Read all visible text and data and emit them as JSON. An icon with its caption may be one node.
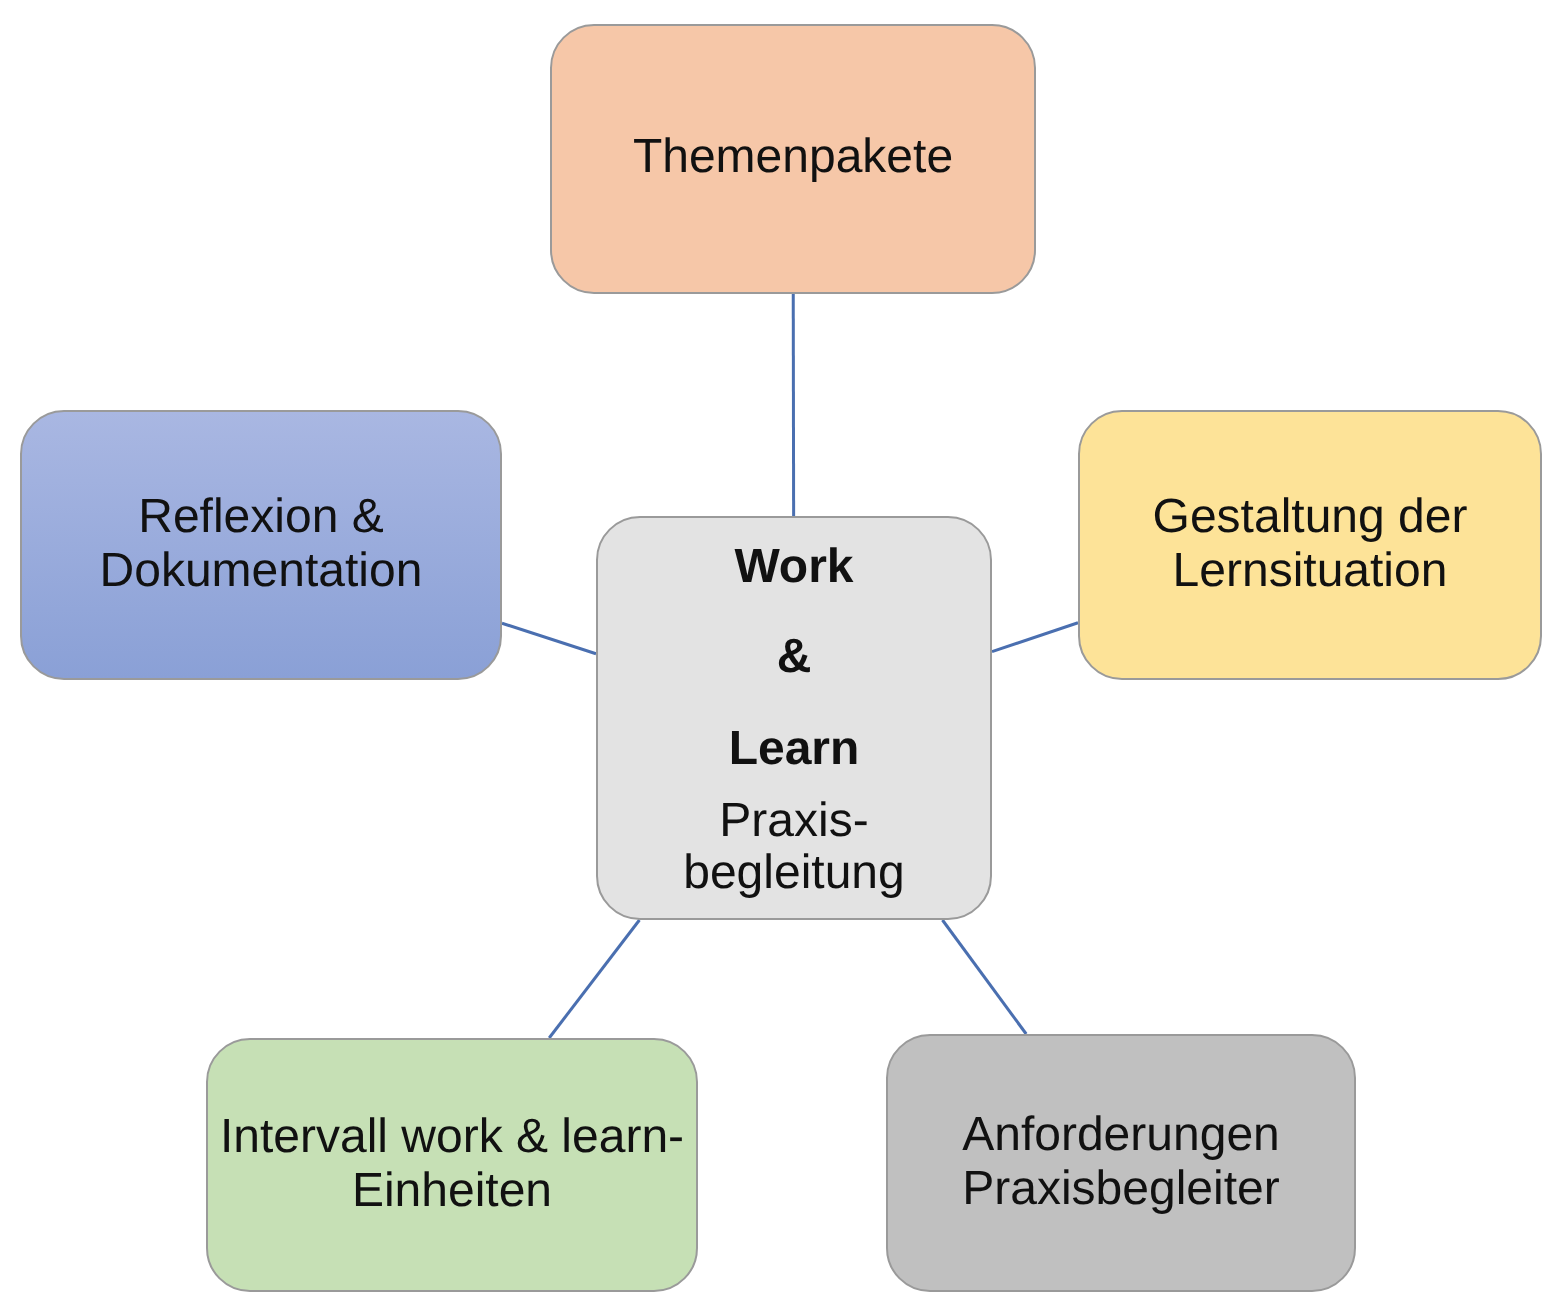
{
  "diagram": {
    "nodes": [
      {
        "text": [
          "Themenpakete"
        ]
      },
      {
        "text": [
          "Reflexion & Dokumentation"
        ]
      },
      {
        "text": [
          "Gestaltung der Lernsituation"
        ]
      },
      {
        "text": [
          "Work & Learn",
          "Praxis- begleitung"
        ]
      },
      {
        "text": [
          "Intervall work & learn-Einheiten"
        ]
      },
      {
        "text": [
          "Anforderungen Praxisbegleiter"
        ]
      }
    ],
    "edges": [
      {
        "from": 3,
        "to": 0,
        "arrow": "none"
      },
      {
        "from": 3,
        "to": 1,
        "arrow": "none"
      },
      {
        "from": 3,
        "to": 2,
        "arrow": "none"
      },
      {
        "from": 3,
        "to": 4,
        "arrow": "none"
      },
      {
        "from": 3,
        "to": 5,
        "arrow": "none"
      }
    ]
  }
}
